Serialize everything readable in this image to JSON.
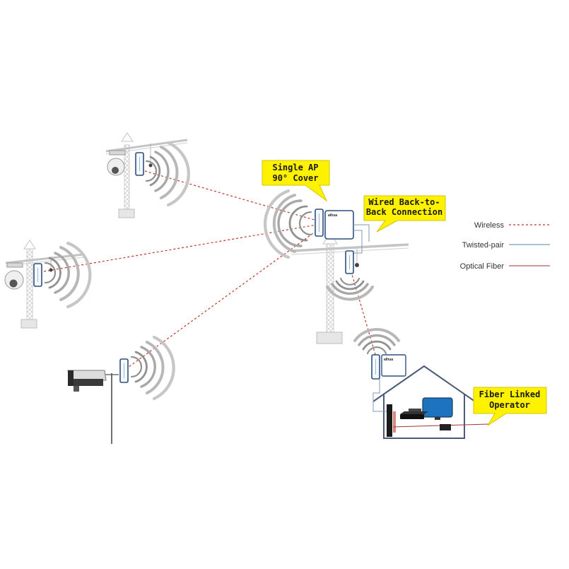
{
  "callouts": {
    "single_ap": {
      "line1": "Single AP",
      "line2": "90° Cover"
    },
    "wired": {
      "line1": "Wired Back-to-",
      "line2": "Back Connection"
    },
    "fiber": {
      "line1": "Fiber Linked",
      "line2": "Operator"
    }
  },
  "legend": [
    {
      "label": "Wireless",
      "color": "#c0392b",
      "style": "dotted"
    },
    {
      "label": "Twisted-pair",
      "color": "#5a7fa8",
      "style": "solid"
    },
    {
      "label": "Optical Fiber",
      "color": "#a83232",
      "style": "solid"
    }
  ],
  "brand_label": "alhua",
  "colors": {
    "callout_fill": "#fff200",
    "wireless_link": "#c0392b",
    "structure": "#b8b8b8",
    "ap_frame": "#2f4f7f",
    "house": "#4a5a78",
    "monitor": "#1e73be"
  }
}
